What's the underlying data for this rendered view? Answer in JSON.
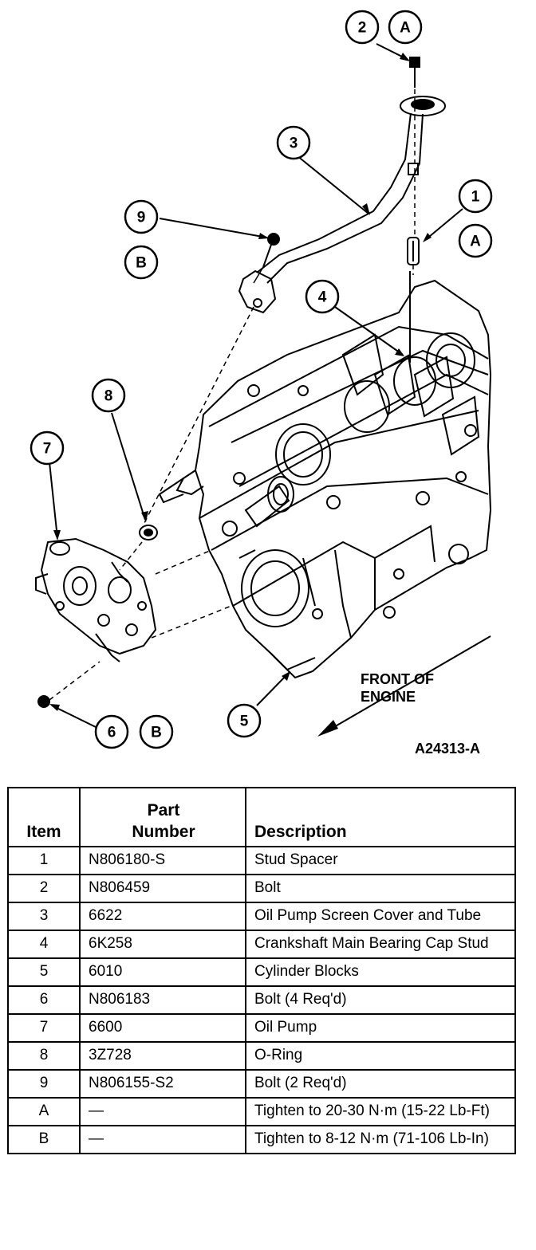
{
  "diagram": {
    "callouts": [
      {
        "id": "c1",
        "text": "1"
      },
      {
        "id": "c2",
        "text": "2"
      },
      {
        "id": "c3",
        "text": "3"
      },
      {
        "id": "c4",
        "text": "4"
      },
      {
        "id": "c5",
        "text": "5"
      },
      {
        "id": "c6",
        "text": "6"
      },
      {
        "id": "c7",
        "text": "7"
      },
      {
        "id": "c8",
        "text": "8"
      },
      {
        "id": "c9",
        "text": "9"
      },
      {
        "id": "cA1",
        "text": "A"
      },
      {
        "id": "cA2",
        "text": "A"
      },
      {
        "id": "cB1",
        "text": "B"
      },
      {
        "id": "cB2",
        "text": "B"
      }
    ],
    "front_label_line1": "FRONT OF",
    "front_label_line2": "ENGINE",
    "figure_id": "A24313-A"
  },
  "table": {
    "headers": {
      "item": "Item",
      "part_line1": "Part",
      "part_line2": "Number",
      "description": "Description"
    },
    "rows": [
      {
        "item": "1",
        "part": "N806180-S",
        "desc": "Stud Spacer"
      },
      {
        "item": "2",
        "part": "N806459",
        "desc": "Bolt"
      },
      {
        "item": "3",
        "part": "6622",
        "desc": "Oil Pump Screen Cover and Tube"
      },
      {
        "item": "4",
        "part": "6K258",
        "desc": "Crankshaft Main Bearing Cap Stud"
      },
      {
        "item": "5",
        "part": "6010",
        "desc": "Cylinder Blocks"
      },
      {
        "item": "6",
        "part": "N806183",
        "desc": "Bolt (4 Req'd)"
      },
      {
        "item": "7",
        "part": "6600",
        "desc": "Oil Pump"
      },
      {
        "item": "8",
        "part": "3Z728",
        "desc": "O-Ring"
      },
      {
        "item": "9",
        "part": "N806155-S2",
        "desc": "Bolt (2 Req'd)"
      },
      {
        "item": "A",
        "part": "—",
        "desc": "Tighten to 20-30 N·m (15-22 Lb-Ft)"
      },
      {
        "item": "B",
        "part": "—",
        "desc": "Tighten to 8-12 N·m (71-106 Lb-In)"
      }
    ]
  }
}
